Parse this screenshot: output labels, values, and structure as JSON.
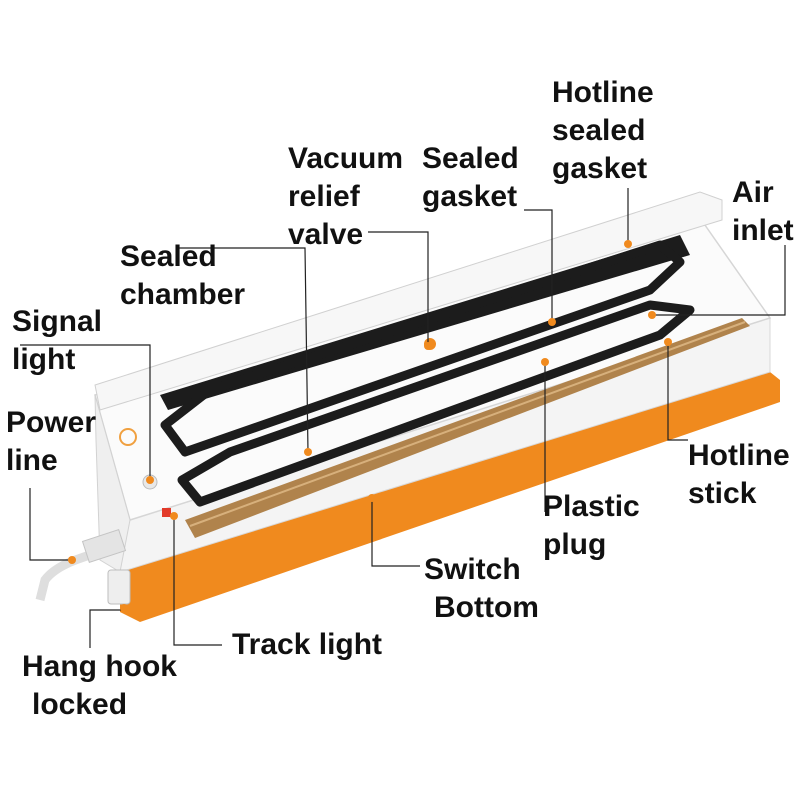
{
  "labels": {
    "hotline_sealed_gasket": [
      "Hotline",
      "sealed",
      "gasket"
    ],
    "vacuum_relief_valve": [
      "Vacuum",
      "relief",
      "valve"
    ],
    "sealed_gasket": [
      "Sealed",
      "gasket"
    ],
    "air_inlet": [
      "Air",
      "inlet"
    ],
    "sealed_chamber": [
      "Sealed",
      "chamber"
    ],
    "signal_light": [
      "Signal",
      "light"
    ],
    "power_line": [
      "Power",
      "line"
    ],
    "hotline_stick": [
      "Hotline",
      "stick"
    ],
    "plastic_plug": [
      "Plastic",
      "plug"
    ],
    "switch_bottom": [
      "Switch",
      "Bottom"
    ],
    "track_light": "Track light",
    "hang_hook_locked": [
      "Hang hook",
      "locked"
    ]
  },
  "colors": {
    "device_body": "#fafafa",
    "device_orange": "#f08a1e",
    "gasket": "#1c1c1c",
    "heating_strip": "#a87a42",
    "marker": "#f08a1e",
    "leader_line": "#222222"
  },
  "icons": [
    "marker-dot",
    "signal-light-icon",
    "power-cord-icon",
    "track-light-icon",
    "hang-hook-icon"
  ]
}
